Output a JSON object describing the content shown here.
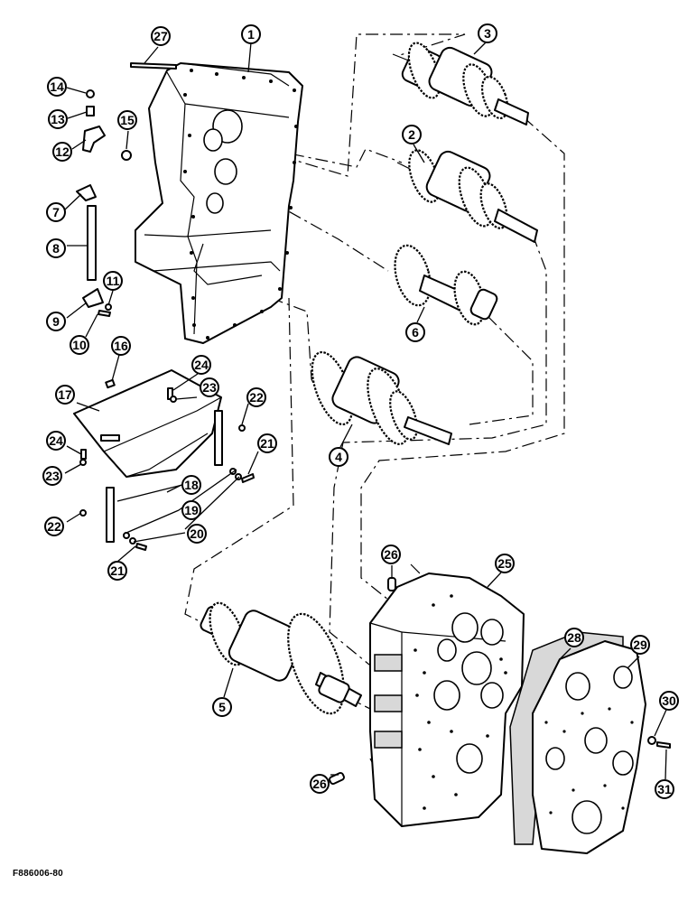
{
  "figure_code": "F886006-80",
  "callouts": [
    "1",
    "2",
    "3",
    "4",
    "5",
    "6",
    "7",
    "8",
    "9",
    "10",
    "11",
    "12",
    "13",
    "14",
    "15",
    "16",
    "17",
    "18",
    "19",
    "20",
    "21",
    "22",
    "23",
    "24",
    "25",
    "26",
    "27",
    "28",
    "29",
    "30",
    "31"
  ]
}
